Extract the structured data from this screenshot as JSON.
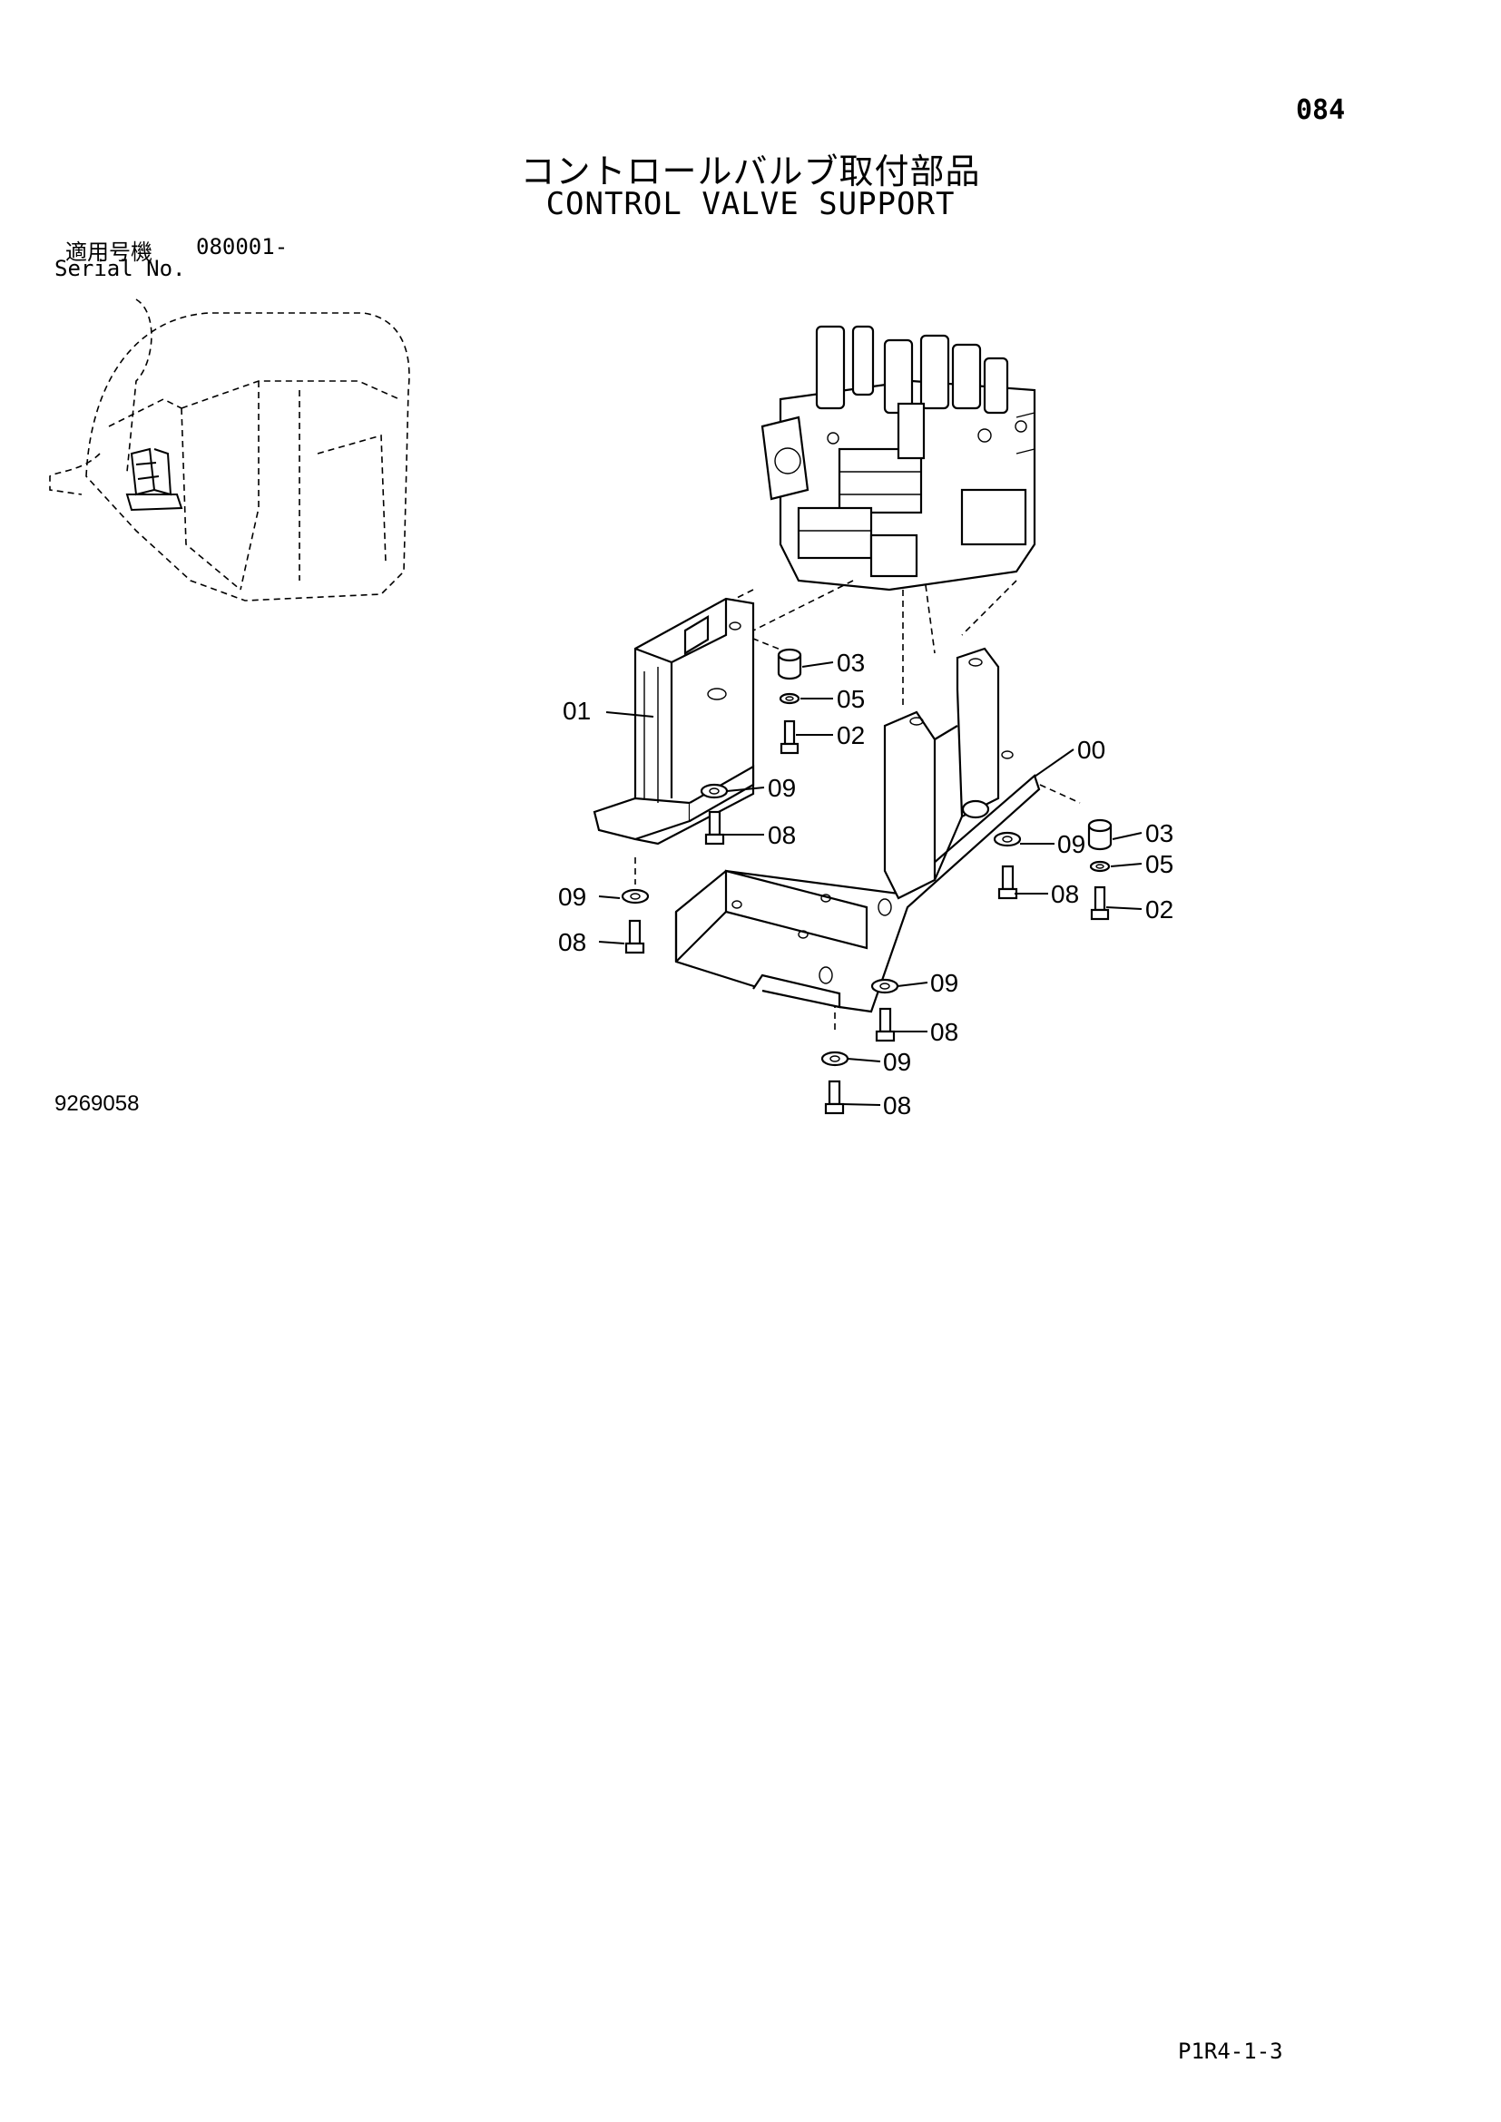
{
  "page_number": "084",
  "title_jp": "コントロールバルブ取付部品",
  "title_en": "CONTROL VALVE SUPPORT",
  "serial": {
    "label_jp": "適用号機",
    "label_en": "Serial No.",
    "value": "080001-"
  },
  "figure_number": "9269058",
  "footer_code": "P1R4-1-3",
  "callouts": [
    {
      "label": "03"
    },
    {
      "label": "05"
    },
    {
      "label": "02"
    },
    {
      "label": "01"
    },
    {
      "label": "00"
    },
    {
      "label": "09"
    },
    {
      "label": "08"
    },
    {
      "label": "09"
    },
    {
      "label": "03"
    },
    {
      "label": "05"
    },
    {
      "label": "09"
    },
    {
      "label": "08"
    },
    {
      "label": "08"
    },
    {
      "label": "02"
    },
    {
      "label": "09"
    },
    {
      "label": "08"
    },
    {
      "label": "09"
    },
    {
      "label": "08"
    }
  ]
}
